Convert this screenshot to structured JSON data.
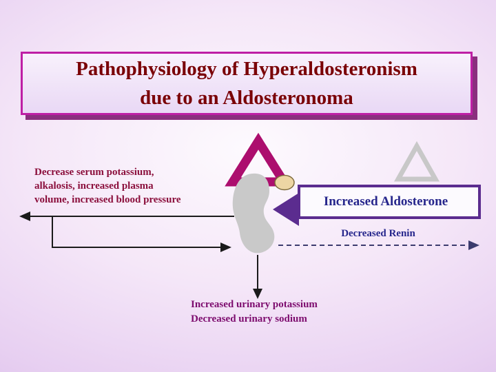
{
  "slide": {
    "title": {
      "line1": "Pathophysiology of Hyperaldosteronism",
      "line2": "due to an Aldosteronoma"
    },
    "labels": {
      "left_effects": "Decrease serum potassium,\nalkalosis, increased plasma\nvolume, increased blood pressure",
      "increased_aldosterone": "Increased Aldosterone",
      "decreased_renin": "Decreased Renin",
      "urinary_effects": "Increased urinary potassium\nDecreased urinary sodium"
    },
    "colors": {
      "title_text": "#7A0106",
      "title_border": "#BE1FA5",
      "title_shadow": "#8A2F7E",
      "left_effects_text": "#8B0F3C",
      "urinary_text": "#7D0C6E",
      "aldosterone_text": "#26268C",
      "renin_text": "#26268C",
      "adrenal_triangle": "#AC0E6E",
      "ghost_triangle": "#C8C8C8",
      "kidney": "#C9C9C9",
      "adenoma_fill": "#EDD6A4",
      "adenoma_border": "#7D6A3C",
      "aldosterone_arrow_outline": "#5B2C8F",
      "plain_arrow": "#1A1A1A",
      "renin_arrow": "#3B3B6E",
      "background_edge": "#D5B5E6"
    }
  }
}
